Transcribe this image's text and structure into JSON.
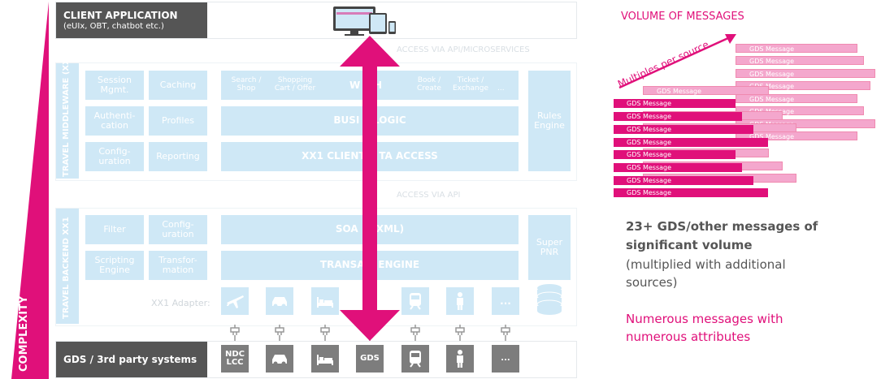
{
  "client": {
    "title": "CLIENT APPLICATION",
    "subtitle": "(eUIx, OBT, chatbot etc.)"
  },
  "separators": {
    "api_microservices": "ACCESS VIA API/MICROSERVICES",
    "api": "ACCESS VIA API"
  },
  "middleware": {
    "label": "TRAVEL MIDDLEWARE (XX1)",
    "session": "Session Mgmt.",
    "caching": "Caching",
    "authentication": "Authenti-cation",
    "profiles": "Profiles",
    "configuration": "Config-uration",
    "reporting": "Reporting",
    "workflow_items": [
      "Search / Shop",
      "Shopping Cart / Offer",
      "Book / Create",
      "Ticket / Exchange",
      "..."
    ],
    "workflow_overlay": "W    H",
    "business_logic": "BUSI    LOGIC",
    "client_data_access": "XX1 CLIENT    TA ACCESS",
    "rules_engine": "Rules Engine"
  },
  "backend": {
    "label": "TRAVEL BACKEND XX1",
    "filter": "Filter",
    "configuration": "Config-uration",
    "scripting_engine": "Scripting Engine",
    "transformation": "Transfor-mation",
    "soap_xml": "SOA    (XML)",
    "transaction_engine": "TRANSA    ENGINE",
    "super_pnr": "Super PNR",
    "adapter_label": "XX1 Adapter:",
    "adapter_last": "..."
  },
  "gds": {
    "label": "GDS / 3rd party systems",
    "items": [
      {
        "kind": "text",
        "label": "NDC LCC"
      },
      {
        "kind": "icon",
        "icon": "car-icon"
      },
      {
        "kind": "icon",
        "icon": "hotel-bed-icon"
      },
      {
        "kind": "text",
        "label": "GDS"
      },
      {
        "kind": "icon",
        "icon": "train-icon"
      },
      {
        "kind": "icon",
        "icon": "person-icon"
      },
      {
        "kind": "text",
        "label": "..."
      }
    ]
  },
  "complexity_label": "COMPLEXITY",
  "volume": {
    "title": "VOLUME OF MESSAGES",
    "arrow_label": "Multiples per source",
    "message_label": "GDS Message",
    "headline": "23+ GDS/other messages of significant volume",
    "subtext": "(multiplied with additional sources)",
    "highlight": "Numerous messages with numerous attributes"
  },
  "colors": {
    "magenta": "#e0107a",
    "light_blue": "#cfe8f6",
    "dark_panel": "#555555",
    "gray_box": "#7d7d7d"
  }
}
